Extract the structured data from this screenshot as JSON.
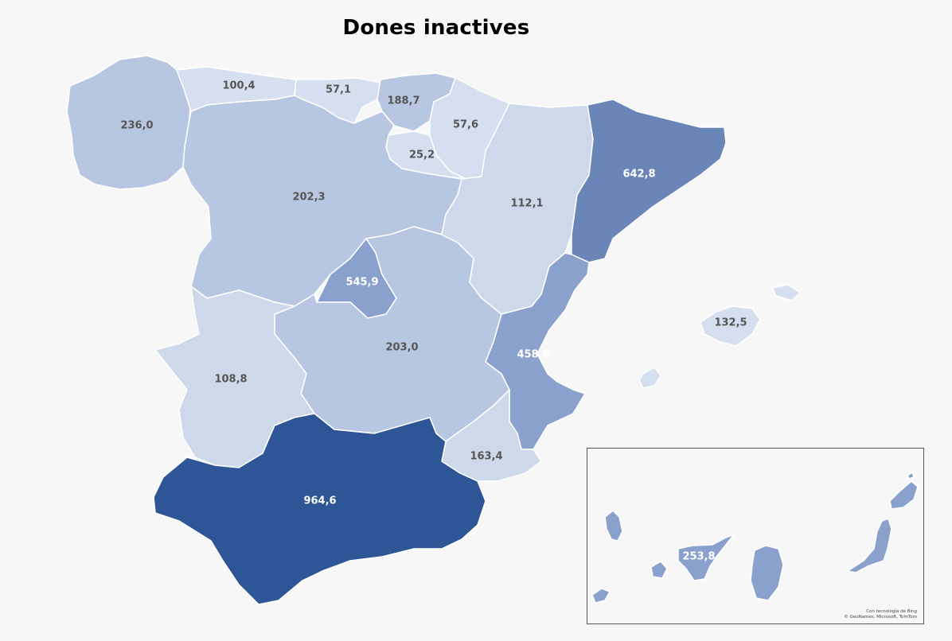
{
  "title": "Dones inactives",
  "colors": {
    "c1": "#d6dfef",
    "c2": "#cdd8ea",
    "c3": "#b8c7e1",
    "c4": "#8aa1cd",
    "c5": "#6a86b8",
    "c6": "#2e5596",
    "label_dark": "#555555",
    "label_light": "#ffffff"
  },
  "regions": [
    {
      "id": "galicia",
      "value": "236,0",
      "color": "c3",
      "light": false
    },
    {
      "id": "asturias",
      "value": "100,4",
      "color": "c1",
      "light": false
    },
    {
      "id": "cantabria",
      "value": "57,1",
      "color": "c1",
      "light": false
    },
    {
      "id": "pais-vasco",
      "value": "188,7",
      "color": "c3",
      "light": false
    },
    {
      "id": "navarra",
      "value": "57,6",
      "color": "c1",
      "light": false
    },
    {
      "id": "la-rioja",
      "value": "25,2",
      "color": "c1",
      "light": false
    },
    {
      "id": "castilla-leon",
      "value": "202,3",
      "color": "c3",
      "light": false
    },
    {
      "id": "aragon",
      "value": "112,1",
      "color": "c2",
      "light": false
    },
    {
      "id": "cataluna",
      "value": "642,8",
      "color": "c5",
      "light": true
    },
    {
      "id": "madrid",
      "value": "545,9",
      "color": "c4",
      "light": true
    },
    {
      "id": "castilla-la-mancha",
      "value": "203,0",
      "color": "c3",
      "light": false
    },
    {
      "id": "extremadura",
      "value": "108,8",
      "color": "c2",
      "light": false
    },
    {
      "id": "valencia",
      "value": "458,8",
      "color": "c4",
      "light": true
    },
    {
      "id": "murcia",
      "value": "163,4",
      "color": "c2",
      "light": false
    },
    {
      "id": "andalucia",
      "value": "964,6",
      "color": "c6",
      "light": true
    },
    {
      "id": "baleares",
      "value": "132,5",
      "color": "c1",
      "light": false
    },
    {
      "id": "canarias",
      "value": "253,8",
      "color": "c4",
      "light": true
    }
  ],
  "credit": {
    "line1": "Con tecnología de Bing",
    "line2": "© GeoNames, Microsoft, TomTom"
  }
}
